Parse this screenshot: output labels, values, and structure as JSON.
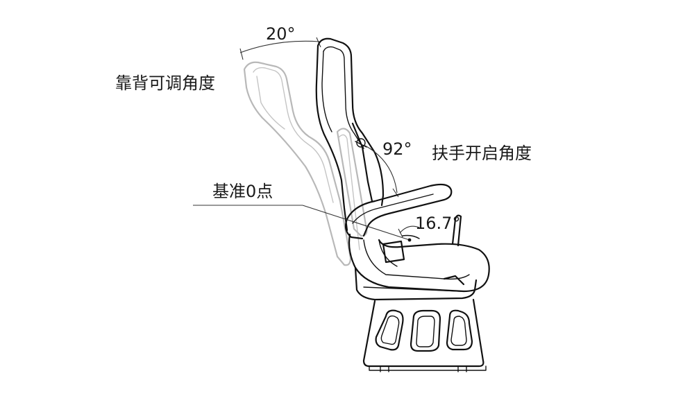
{
  "labels": {
    "backrest_angle_value": "20°",
    "backrest_angle_label": "靠背可调角度",
    "armrest_angle_value": "92°",
    "armrest_angle_label": "扶手开启角度",
    "reference_point_label": "基准0点",
    "reference_angle_value": "16.7°"
  },
  "colors": {
    "ink": "#111111",
    "ghost": "#b8b8b8",
    "background": "#ffffff"
  }
}
